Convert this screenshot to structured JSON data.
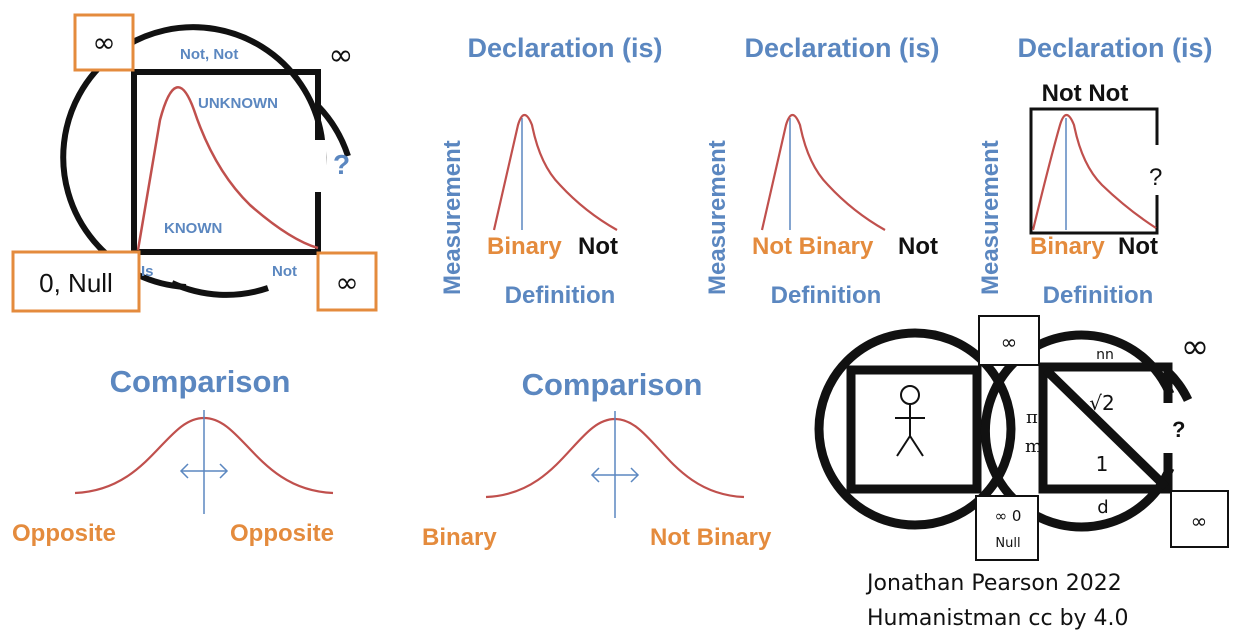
{
  "symbol": {
    "infinity": "∞",
    "question": "?"
  },
  "main_diagram": {
    "top_label": "Not, Not",
    "unknown": "UNKNOWN",
    "known": "KNOWN",
    "null_box": "0, Null",
    "is": "Is",
    "not": "Not"
  },
  "panels": [
    {
      "title": "Declaration (is)",
      "ylabel": "Measurement",
      "left": "Binary",
      "right": "Not",
      "xlabel": "Definition"
    },
    {
      "title": "Declaration (is)",
      "ylabel": "Measurement",
      "left": "Not Binary",
      "right": "Not",
      "xlabel": "Definition"
    },
    {
      "title": "Declaration (is)",
      "ylabel": "Measurement",
      "top": "Not Not",
      "left": "Binary",
      "right": "Not",
      "xlabel": "Definition"
    }
  ],
  "comparisons": [
    {
      "title": "Comparison",
      "left": "Opposite",
      "right": "Opposite"
    },
    {
      "title": "Comparison",
      "left": "Binary",
      "right": "Not Binary"
    }
  ],
  "logo": {
    "nn": "nn",
    "root2": "√2",
    "pi": "π",
    "m": "m",
    "one": "1",
    "d": "d",
    "inf_zero": "∞ 0",
    "null": "Null"
  },
  "credit": {
    "line1": "Jonathan Pearson 2022",
    "line2": "Humanistman cc by 4.0"
  },
  "colors": {
    "blue": "#5b87c0",
    "orange": "#e48b3d",
    "curve": "#c0504d",
    "black": "#111111"
  }
}
